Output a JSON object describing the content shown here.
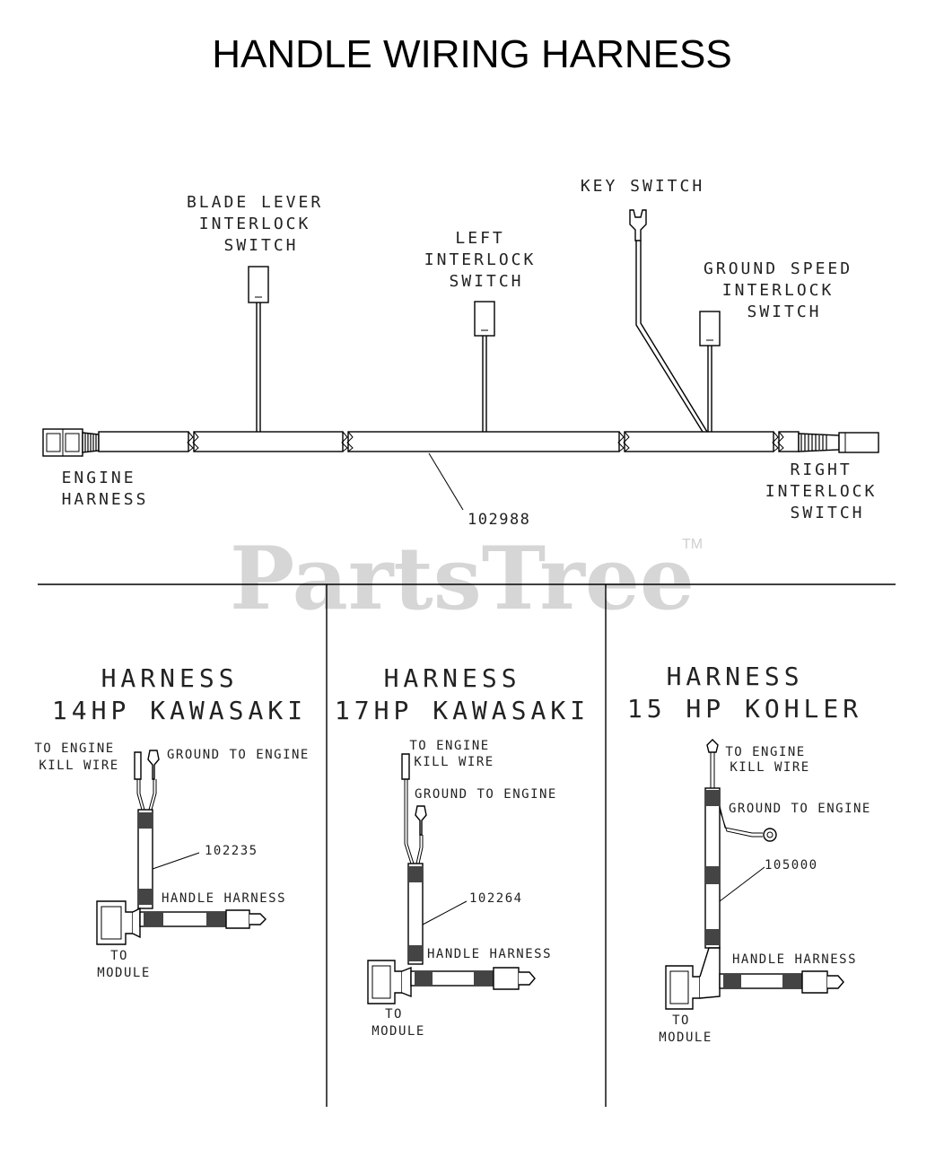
{
  "title": "HANDLE WIRING HARNESS",
  "watermark": {
    "text": "PartsTree",
    "tm": "TM"
  },
  "main_harness": {
    "blade_lever": [
      "BLADE LEVER",
      "INTERLOCK",
      "SWITCH"
    ],
    "left_interlock": [
      "LEFT",
      "INTERLOCK",
      "SWITCH"
    ],
    "key_switch": [
      "KEY SWITCH"
    ],
    "ground_speed": [
      "GROUND SPEED",
      "INTERLOCK",
      "SWITCH"
    ],
    "engine_harness": [
      "ENGINE",
      "HARNESS"
    ],
    "right_interlock": [
      "RIGHT",
      "INTERLOCK",
      "SWITCH"
    ],
    "part_number": "102988"
  },
  "sub_harnesses": [
    {
      "title": [
        "HARNESS",
        "14HP KAWASAKI"
      ],
      "kill_wire": [
        "TO ENGINE",
        "KILL WIRE"
      ],
      "ground": "GROUND TO ENGINE",
      "part_number": "102235",
      "handle": "HANDLE HARNESS",
      "module": [
        "TO",
        "MODULE"
      ]
    },
    {
      "title": [
        "HARNESS",
        "17HP KAWASAKI"
      ],
      "kill_wire": [
        "TO ENGINE",
        "KILL WIRE"
      ],
      "ground": "GROUND TO ENGINE",
      "part_number": "102264",
      "handle": "HANDLE HARNESS",
      "module": [
        "TO",
        "MODULE"
      ]
    },
    {
      "title": [
        "HARNESS",
        "15 HP KOHLER"
      ],
      "kill_wire": [
        "TO ENGINE",
        "KILL WIRE"
      ],
      "ground": "GROUND TO ENGINE",
      "part_number": "105000",
      "handle": "HANDLE HARNESS",
      "module": [
        "TO",
        "MODULE"
      ]
    }
  ]
}
